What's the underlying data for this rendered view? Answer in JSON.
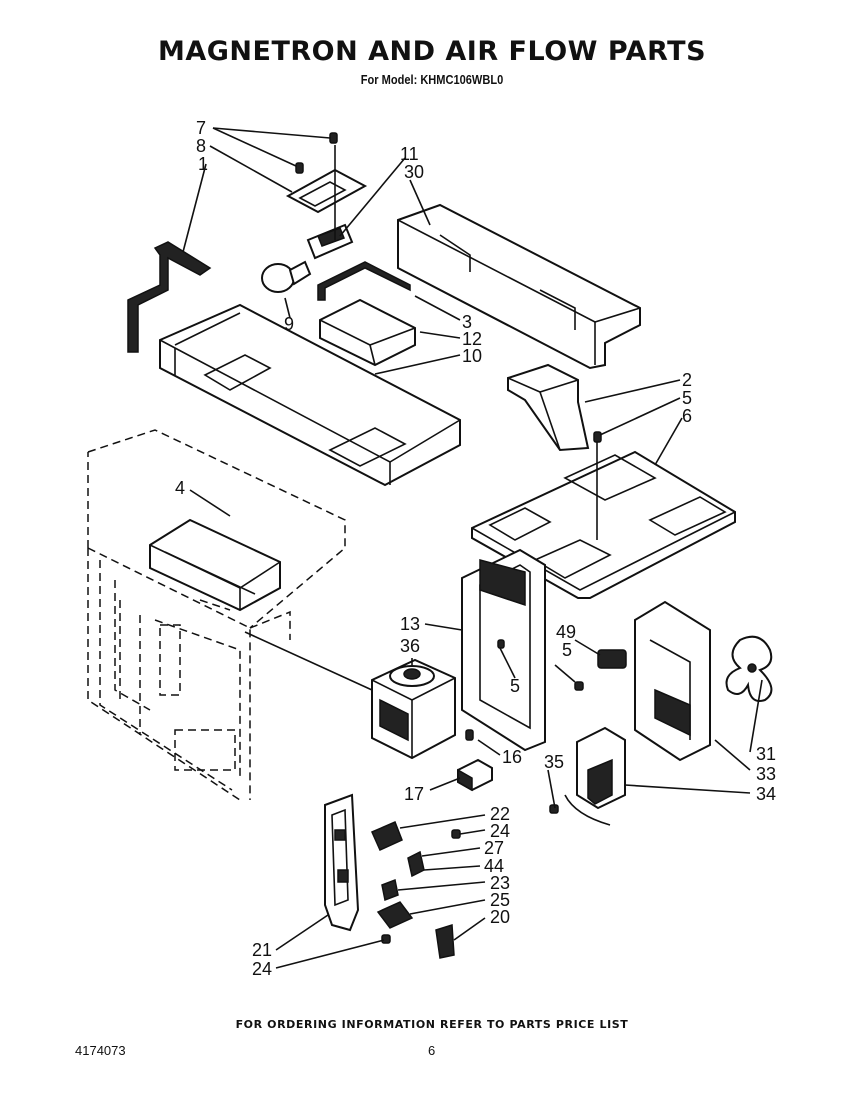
{
  "header": {
    "title": "MAGNETRON AND AIR FLOW PARTS",
    "subtitle": "For Model: KHMC106WBL0"
  },
  "callouts": {
    "c7": "7",
    "c8": "8",
    "c1": "1",
    "c11": "11",
    "c30": "30",
    "c9": "9",
    "c3": "3",
    "c12": "12",
    "c10": "10",
    "c2": "2",
    "c5a": "5",
    "c6": "6",
    "c4": "4",
    "c13": "13",
    "c36": "36",
    "c5b": "5",
    "c49": "49",
    "c5c": "5",
    "c31": "31",
    "c33": "33",
    "c34": "34",
    "c35": "35",
    "c16": "16",
    "c17": "17",
    "c22": "22",
    "c24a": "24",
    "c27": "27",
    "c44": "44",
    "c23": "23",
    "c25": "25",
    "c20": "20",
    "c21": "21",
    "c24b": "24"
  },
  "footer": {
    "note": "FOR ORDERING INFORMATION REFER TO PARTS PRICE LIST",
    "doc_number": "4174073",
    "page_number": "6"
  }
}
